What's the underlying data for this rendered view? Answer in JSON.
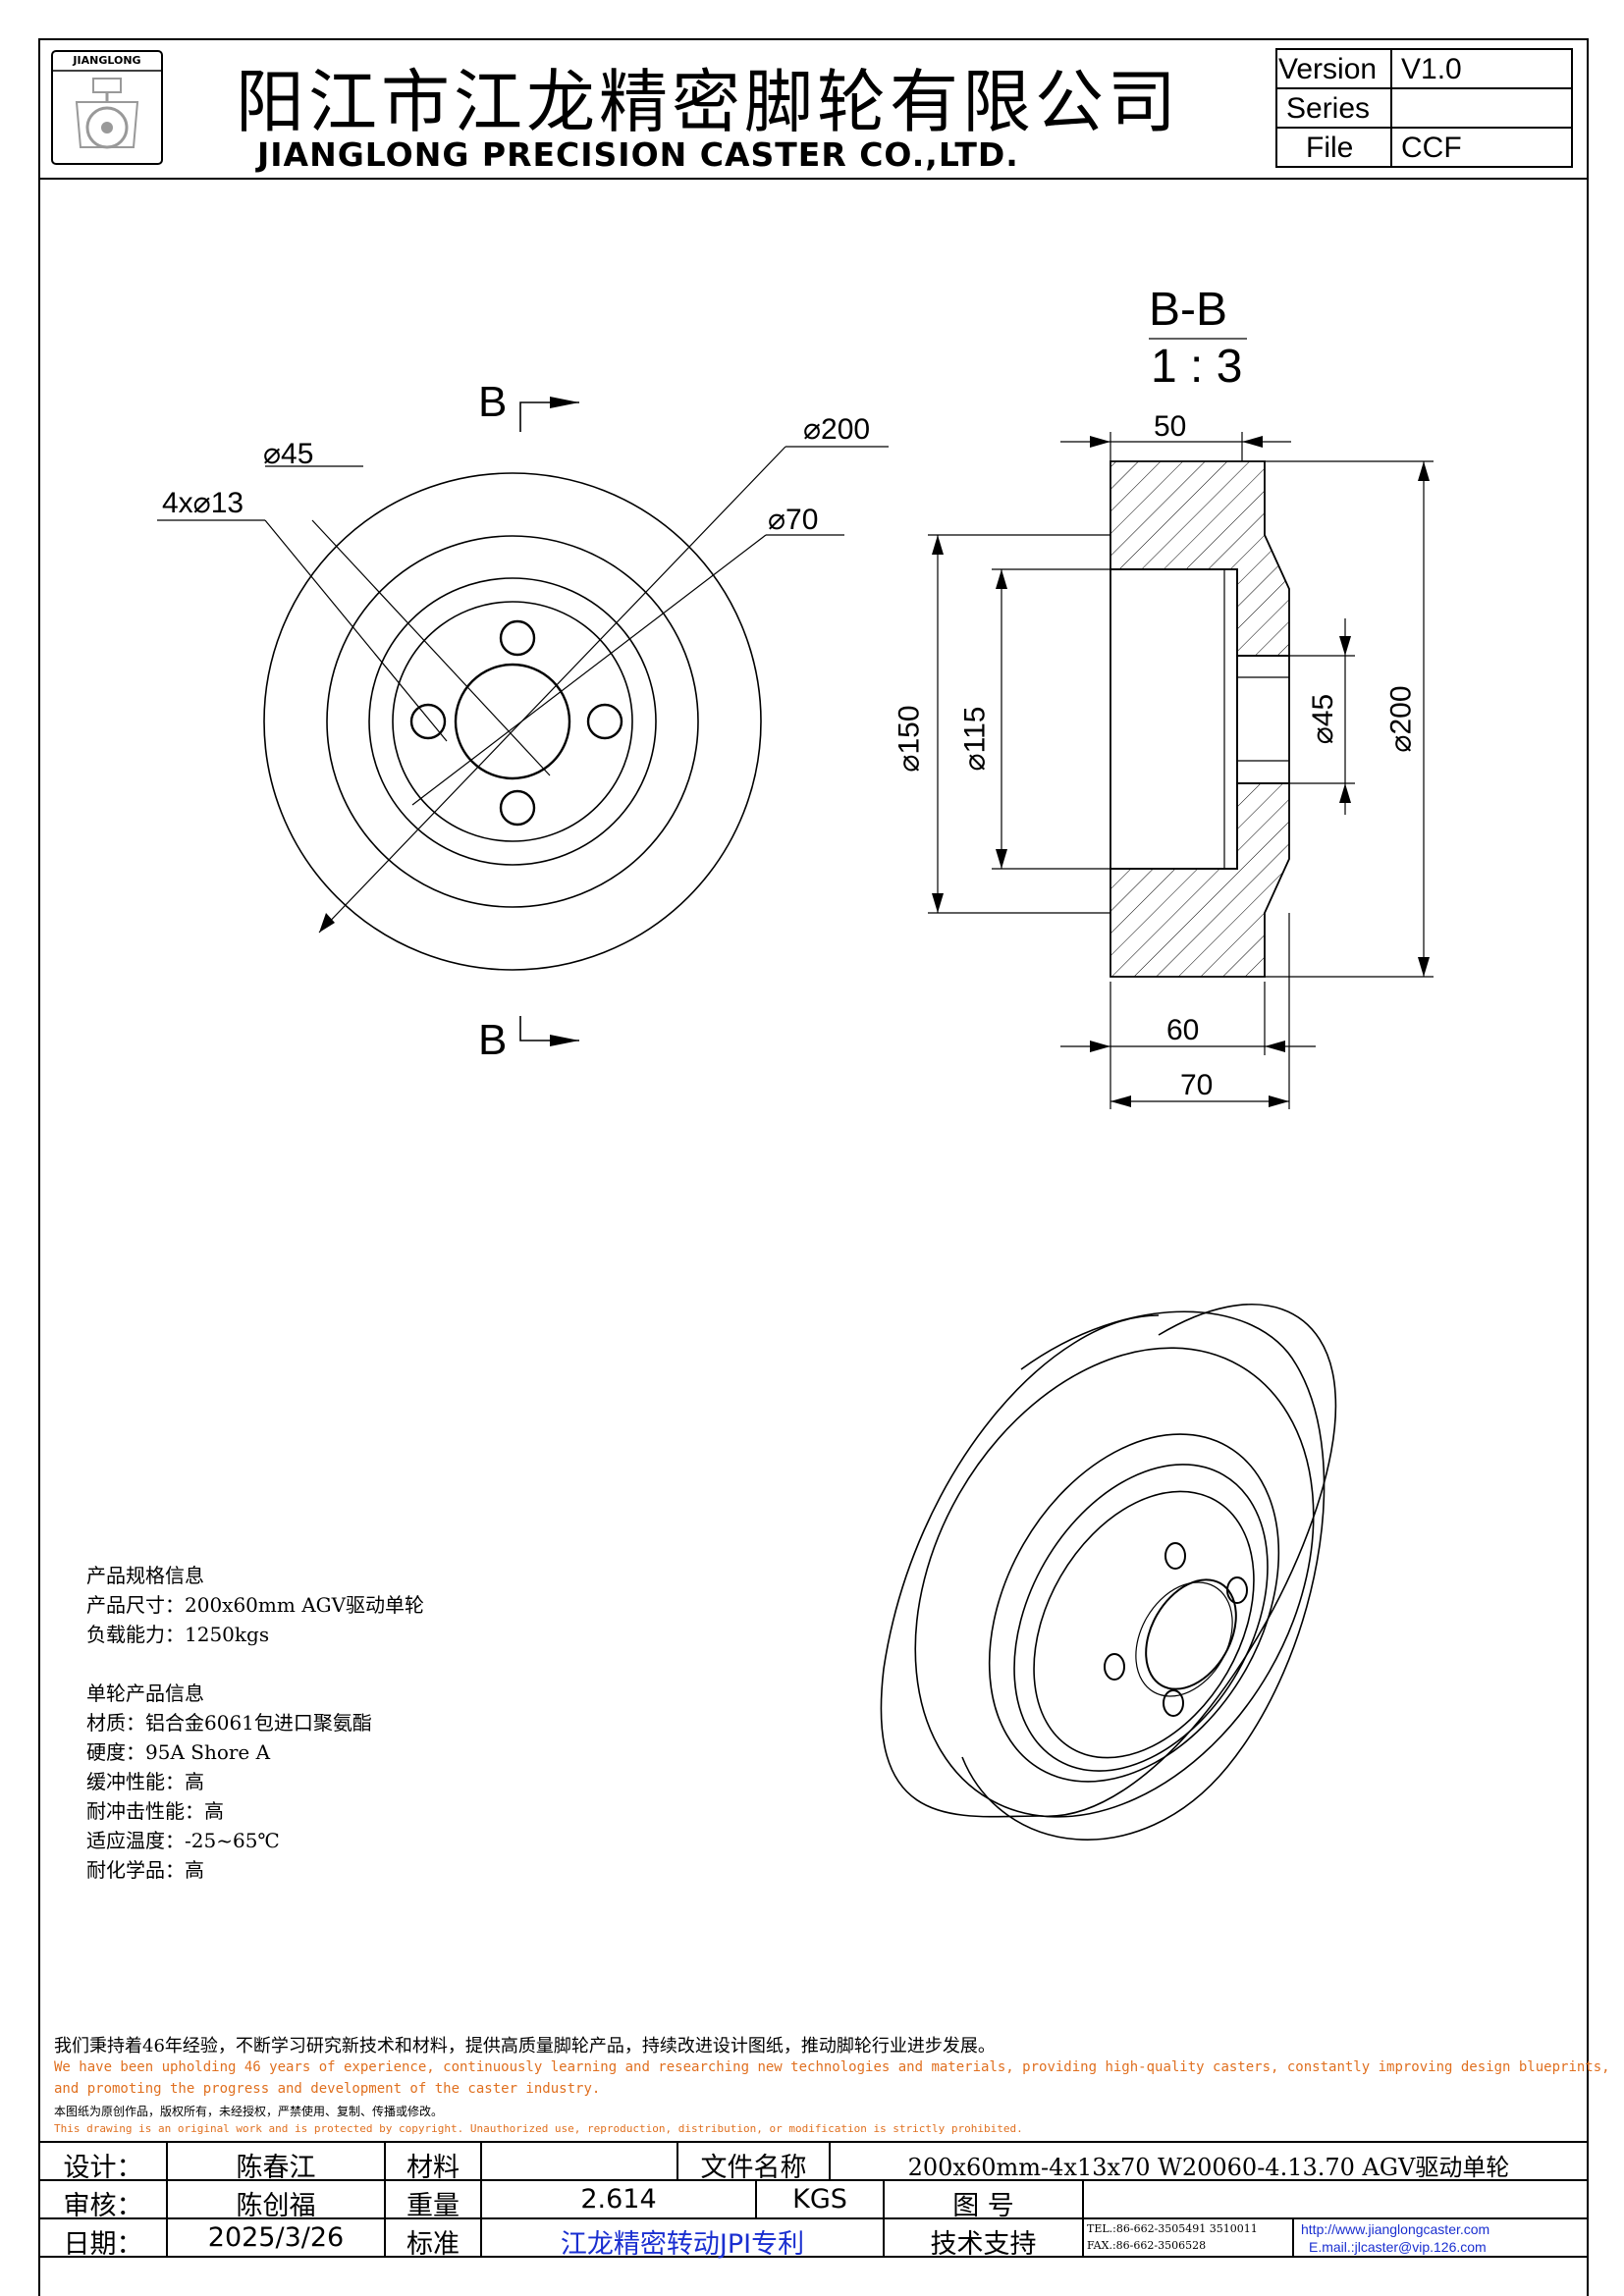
{
  "header": {
    "logo_text": "JIANGLONG",
    "company_cn": "阳江市江龙精密脚轮有限公司",
    "company_en": "JIANGLONG PRECISION CASTER CO.,LTD.",
    "version_label": "Version",
    "version_value": "V1.0",
    "series_label": "Series",
    "series_value": "",
    "file_label": "File",
    "file_value": "CCF"
  },
  "drawing": {
    "section_title": "B-B",
    "section_scale": "1 : 3",
    "front_view": {
      "section_mark_top": "B",
      "section_mark_bottom": "B",
      "dim_hole_pattern": "4x⌀13",
      "dim_hub": "⌀45",
      "dim_outer": "⌀200",
      "dim_pcd": "⌀70"
    },
    "section_view": {
      "dim_top_width": "50",
      "dim_d150": "⌀150",
      "dim_d115": "⌀115",
      "dim_d45": "⌀45",
      "dim_d200": "⌀200",
      "dim_width_60": "60",
      "dim_width_70": "70"
    }
  },
  "specs": {
    "heading1": "产品规格信息",
    "size": "产品尺寸：200x60mm AGV驱动单轮",
    "load": "负载能力：1250kgs",
    "heading2": "单轮产品信息",
    "material": "材质：铝合金6061包进口聚氨酯",
    "hardness": "硬度：95A Shore A",
    "cushion": "缓冲性能：高",
    "impact": "耐冲击性能：高",
    "temperature": "适应温度：-25~65℃",
    "chemical": "耐化学品：高"
  },
  "notice": {
    "cn": "我们秉持着46年经验，不断学习研究新技术和材料，提供高质量脚轮产品，持续改进设计图纸，推动脚轮行业进步发展。",
    "en1": "We have been upholding 46 years of experience, continuously learning and researching new technologies and materials, providing high-quality casters, constantly improving design blueprints,",
    "en2": "and promoting the progress and development of the caster industry.",
    "copyright_cn": "本图纸为原创作品，版权所有，未经授权，严禁使用、复制、传播或修改。",
    "copyright_en": "This drawing is an original work and is protected by copyright. Unauthorized use, reproduction, distribution, or modification is strictly prohibited."
  },
  "title_block": {
    "design_label": "设计：",
    "design_value": "陈春江",
    "material_label": "材料",
    "material_value": "",
    "name_label": "文件名称",
    "name_value": "200x60mm-4x13x70 W20060-4.13.70 AGV驱动单轮",
    "review_label": "审核：",
    "review_value": "陈创福",
    "weight_label": "重量",
    "weight_value": "2.614",
    "weight_unit": "KGS",
    "drawing_no_label": "图    号",
    "drawing_no_value": "",
    "date_label": "日期：",
    "date_value": "2025/3/26",
    "standard_label": "标准",
    "standard_value": "江龙精密转动JPI专利",
    "support_label": "技术支持",
    "tel": "TEL.:86-662-3505491 3510011",
    "fax": "FAX.:86-662-3506528",
    "website": "http://www.jianglongcaster.com",
    "email": "E.mail.:jlcaster@vip.126.com"
  }
}
